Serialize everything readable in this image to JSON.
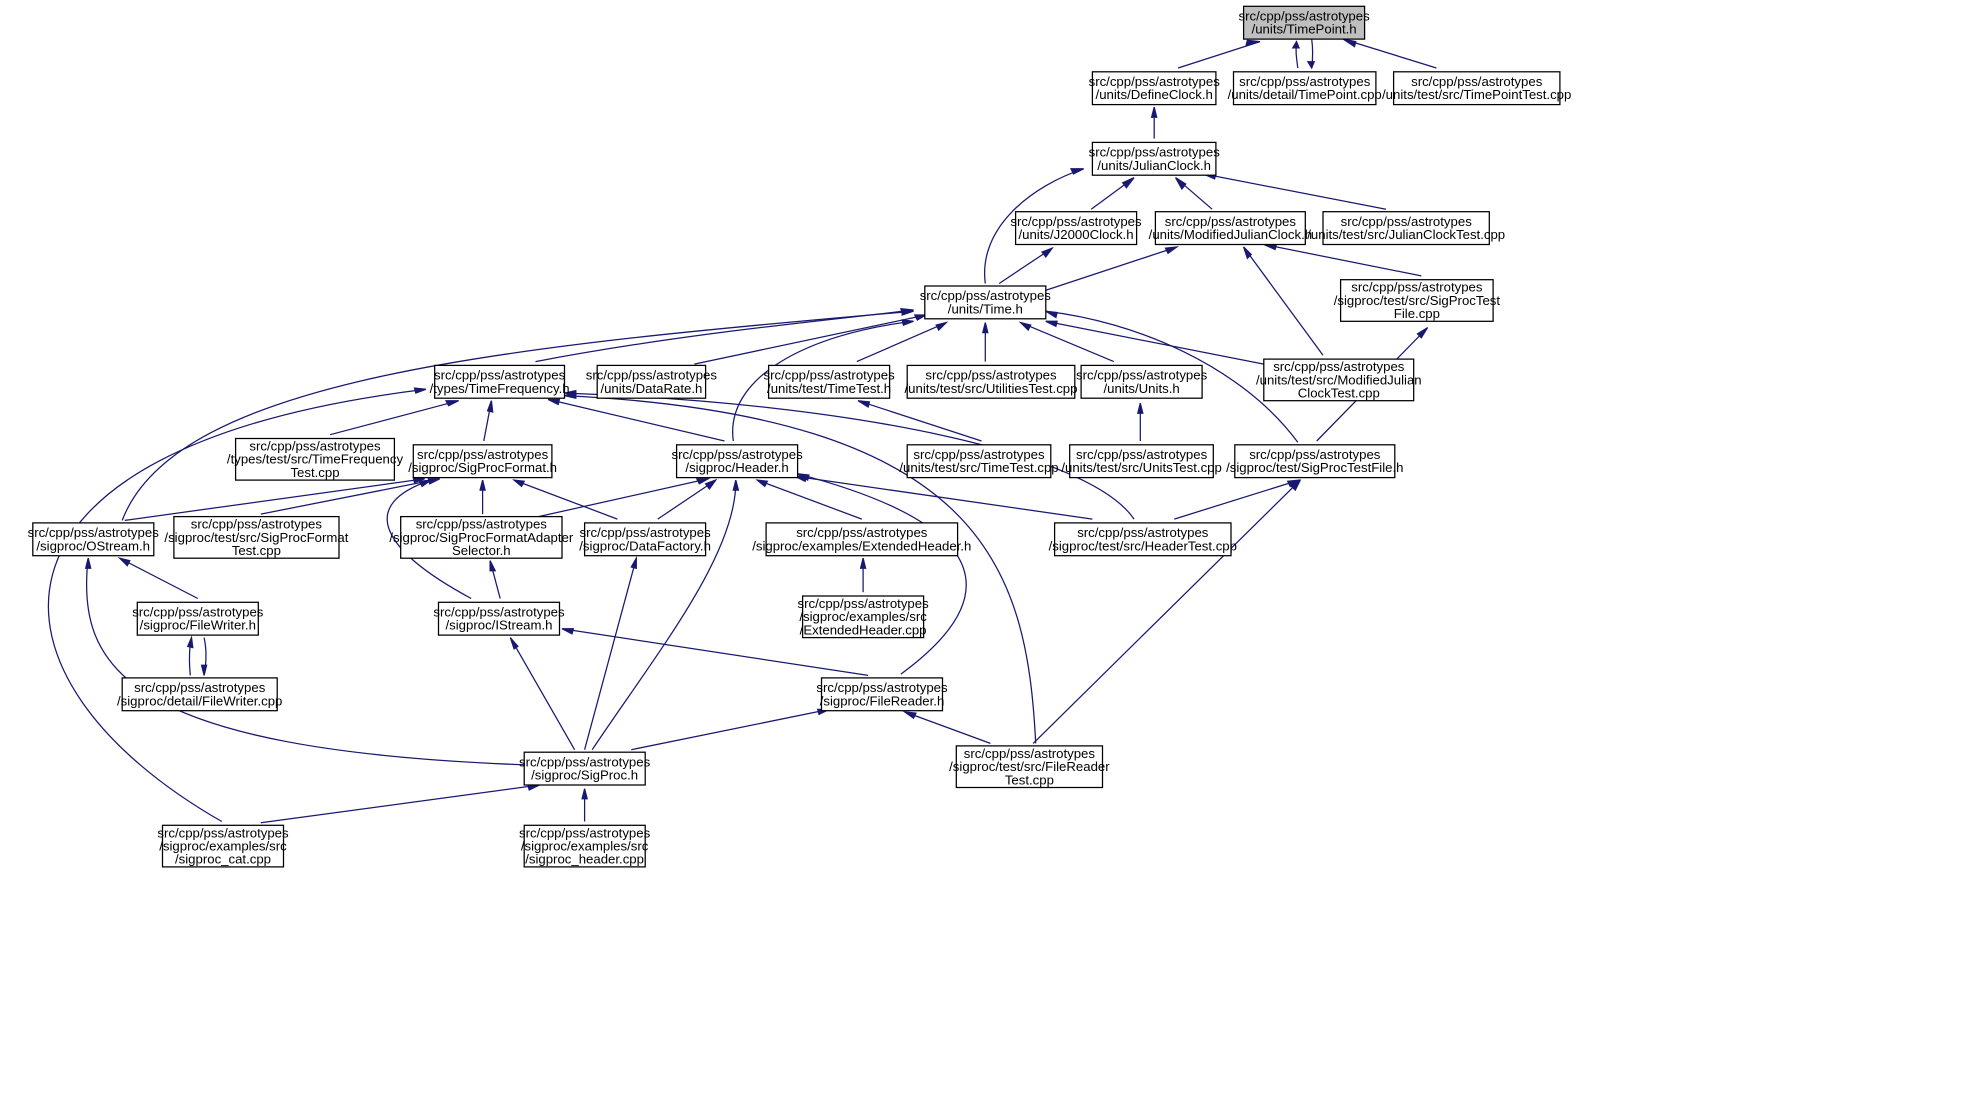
{
  "diagram": {
    "nodes": [
      {
        "id": "timepoint_h",
        "lines": [
          "src/cpp/pss/astrotypes",
          "/units/TimePoint.h"
        ],
        "root": true
      },
      {
        "id": "defineclock_h",
        "lines": [
          "src/cpp/pss/astrotypes",
          "/units/DefineClock.h"
        ]
      },
      {
        "id": "timepoint_cpp",
        "lines": [
          "src/cpp/pss/astrotypes",
          "/units/detail/TimePoint.cpp"
        ]
      },
      {
        "id": "timepointtest_cpp",
        "lines": [
          "src/cpp/pss/astrotypes",
          "/units/test/src/TimePointTest.cpp"
        ]
      },
      {
        "id": "julianclock_h",
        "lines": [
          "src/cpp/pss/astrotypes",
          "/units/JulianClock.h"
        ]
      },
      {
        "id": "j2000clock_h",
        "lines": [
          "src/cpp/pss/astrotypes",
          "/units/J2000Clock.h"
        ]
      },
      {
        "id": "modjulianclock_h",
        "lines": [
          "src/cpp/pss/astrotypes",
          "/units/ModifiedJulianClock.h"
        ]
      },
      {
        "id": "julianclocktest_cpp",
        "lines": [
          "src/cpp/pss/astrotypes",
          "/units/test/src/JulianClockTest.cpp"
        ]
      },
      {
        "id": "time_h",
        "lines": [
          "src/cpp/pss/astrotypes",
          "/units/Time.h"
        ]
      },
      {
        "id": "sigproctestfile_cpp",
        "lines": [
          "src/cpp/pss/astrotypes",
          "/sigproc/test/src/SigProcTest",
          "File.cpp"
        ]
      },
      {
        "id": "timefrequency_h",
        "lines": [
          "src/cpp/pss/astrotypes",
          "/types/TimeFrequency.h"
        ]
      },
      {
        "id": "datarate_h",
        "lines": [
          "src/cpp/pss/astrotypes",
          "/units/DataRate.h"
        ]
      },
      {
        "id": "timetest_h",
        "lines": [
          "src/cpp/pss/astrotypes",
          "/units/test/TimeTest.h"
        ]
      },
      {
        "id": "utilitiestest_cpp",
        "lines": [
          "src/cpp/pss/astrotypes",
          "/units/test/src/UtilitiesTest.cpp"
        ]
      },
      {
        "id": "units_h",
        "lines": [
          "src/cpp/pss/astrotypes",
          "/units/Units.h"
        ]
      },
      {
        "id": "modjulianclocktest_cpp",
        "lines": [
          "src/cpp/pss/astrotypes",
          "/units/test/src/ModifiedJulian",
          "ClockTest.cpp"
        ]
      },
      {
        "id": "timefrequencytest_cpp",
        "lines": [
          "src/cpp/pss/astrotypes",
          "/types/test/src/TimeFrequency",
          "Test.cpp"
        ]
      },
      {
        "id": "sigprocformat_h",
        "lines": [
          "src/cpp/pss/astrotypes",
          "/sigproc/SigProcFormat.h"
        ]
      },
      {
        "id": "header_h",
        "lines": [
          "src/cpp/pss/astrotypes",
          "/sigproc/Header.h"
        ]
      },
      {
        "id": "timetest_cpp",
        "lines": [
          "src/cpp/pss/astrotypes",
          "/units/test/src/TimeTest.cpp"
        ]
      },
      {
        "id": "unitstest_cpp",
        "lines": [
          "src/cpp/pss/astrotypes",
          "/units/test/src/UnitsTest.cpp"
        ]
      },
      {
        "id": "sigproctestfile_h",
        "lines": [
          "src/cpp/pss/astrotypes",
          "/sigproc/test/SigProcTestFile.h"
        ]
      },
      {
        "id": "ostream_h",
        "lines": [
          "src/cpp/pss/astrotypes",
          "/sigproc/OStream.h"
        ]
      },
      {
        "id": "sigprocformattest_cpp",
        "lines": [
          "src/cpp/pss/astrotypes",
          "/sigproc/test/src/SigProcFormat",
          "Test.cpp"
        ]
      },
      {
        "id": "sigprocformatadapter_h",
        "lines": [
          "src/cpp/pss/astrotypes",
          "/sigproc/SigProcFormatAdapter",
          "Selector.h"
        ]
      },
      {
        "id": "datafactory_h",
        "lines": [
          "src/cpp/pss/astrotypes",
          "/sigproc/DataFactory.h"
        ]
      },
      {
        "id": "extendedheader_h",
        "lines": [
          "src/cpp/pss/astrotypes",
          "/sigproc/examples/ExtendedHeader.h"
        ]
      },
      {
        "id": "headertest_cpp",
        "lines": [
          "src/cpp/pss/astrotypes",
          "/sigproc/test/src/HeaderTest.cpp"
        ]
      },
      {
        "id": "filewriter_h",
        "lines": [
          "src/cpp/pss/astrotypes",
          "/sigproc/FileWriter.h"
        ]
      },
      {
        "id": "istream_h",
        "lines": [
          "src/cpp/pss/astrotypes",
          "/sigproc/IStream.h"
        ]
      },
      {
        "id": "extendedheader_cpp",
        "lines": [
          "src/cpp/pss/astrotypes",
          "/sigproc/examples/src",
          "/ExtendedHeader.cpp"
        ]
      },
      {
        "id": "filewriter_cpp",
        "lines": [
          "src/cpp/pss/astrotypes",
          "/sigproc/detail/FileWriter.cpp"
        ]
      },
      {
        "id": "filereader_h",
        "lines": [
          "src/cpp/pss/astrotypes",
          "/sigproc/FileReader.h"
        ]
      },
      {
        "id": "sigproc_h",
        "lines": [
          "src/cpp/pss/astrotypes",
          "/sigproc/SigProc.h"
        ]
      },
      {
        "id": "filereadertest_cpp",
        "lines": [
          "src/cpp/pss/astrotypes",
          "/sigproc/test/src/FileReader",
          "Test.cpp"
        ]
      },
      {
        "id": "sigproc_cat_cpp",
        "lines": [
          "src/cpp/pss/astrotypes",
          "/sigproc/examples/src",
          "/sigproc_cat.cpp"
        ]
      },
      {
        "id": "sigproc_header_cpp",
        "lines": [
          "src/cpp/pss/astrotypes",
          "/sigproc/examples/src",
          "/sigproc_header.cpp"
        ]
      }
    ],
    "edges": [
      [
        "defineclock_h",
        "timepoint_h"
      ],
      [
        "timepoint_cpp",
        "timepoint_h"
      ],
      [
        "timepoint_h",
        "timepoint_cpp"
      ],
      [
        "timepointtest_cpp",
        "timepoint_h"
      ],
      [
        "julianclock_h",
        "defineclock_h"
      ],
      [
        "j2000clock_h",
        "julianclock_h"
      ],
      [
        "modjulianclock_h",
        "julianclock_h"
      ],
      [
        "julianclocktest_cpp",
        "julianclock_h"
      ],
      [
        "time_h",
        "julianclock_h"
      ],
      [
        "time_h",
        "j2000clock_h"
      ],
      [
        "time_h",
        "modjulianclock_h"
      ],
      [
        "modjulianclocktest_cpp",
        "modjulianclock_h"
      ],
      [
        "sigproctestfile_cpp",
        "modjulianclock_h"
      ],
      [
        "timefrequency_h",
        "time_h"
      ],
      [
        "datarate_h",
        "time_h"
      ],
      [
        "timetest_h",
        "time_h"
      ],
      [
        "utilitiestest_cpp",
        "time_h"
      ],
      [
        "units_h",
        "time_h"
      ],
      [
        "modjulianclocktest_cpp",
        "time_h"
      ],
      [
        "header_h",
        "time_h"
      ],
      [
        "ostream_h",
        "time_h"
      ],
      [
        "sigproctestfile_h",
        "time_h"
      ],
      [
        "timefrequencytest_cpp",
        "timefrequency_h"
      ],
      [
        "sigprocformat_h",
        "timefrequency_h"
      ],
      [
        "header_h",
        "timefrequency_h"
      ],
      [
        "headertest_cpp",
        "timefrequency_h"
      ],
      [
        "filereadertest_cpp",
        "timefrequency_h"
      ],
      [
        "sigproc_cat_cpp",
        "timefrequency_h"
      ],
      [
        "timetest_cpp",
        "timetest_h"
      ],
      [
        "unitstest_cpp",
        "units_h"
      ],
      [
        "sigproctestfile_h",
        "sigproctestfile_cpp"
      ],
      [
        "ostream_h",
        "sigprocformat_h"
      ],
      [
        "sigprocformattest_cpp",
        "sigprocformat_h"
      ],
      [
        "sigprocformatadapter_h",
        "sigprocformat_h"
      ],
      [
        "datafactory_h",
        "sigprocformat_h"
      ],
      [
        "istream_h",
        "sigprocformat_h"
      ],
      [
        "sigprocformatadapter_h",
        "header_h"
      ],
      [
        "datafactory_h",
        "header_h"
      ],
      [
        "extendedheader_h",
        "header_h"
      ],
      [
        "headertest_cpp",
        "header_h"
      ],
      [
        "filereader_h",
        "header_h"
      ],
      [
        "sigproc_h",
        "header_h"
      ],
      [
        "headertest_cpp",
        "sigproctestfile_h"
      ],
      [
        "filereadertest_cpp",
        "sigproctestfile_h"
      ],
      [
        "filewriter_h",
        "ostream_h"
      ],
      [
        "sigproc_h",
        "ostream_h"
      ],
      [
        "istream_h",
        "sigprocformatadapter_h"
      ],
      [
        "sigproc_h",
        "datafactory_h"
      ],
      [
        "extendedheader_cpp",
        "extendedheader_h"
      ],
      [
        "filewriter_cpp",
        "filewriter_h"
      ],
      [
        "filewriter_h",
        "filewriter_cpp"
      ],
      [
        "filereader_h",
        "istream_h"
      ],
      [
        "sigproc_h",
        "istream_h"
      ],
      [
        "sigproc_h",
        "filereader_h"
      ],
      [
        "filereadertest_cpp",
        "filereader_h"
      ],
      [
        "sigproc_cat_cpp",
        "sigproc_h"
      ],
      [
        "sigproc_header_cpp",
        "sigproc_h"
      ]
    ],
    "colors": {
      "edge": "#191970",
      "root_fill": "#bfbfbf",
      "node_fill": "#ffffff",
      "node_border": "#000000"
    }
  }
}
